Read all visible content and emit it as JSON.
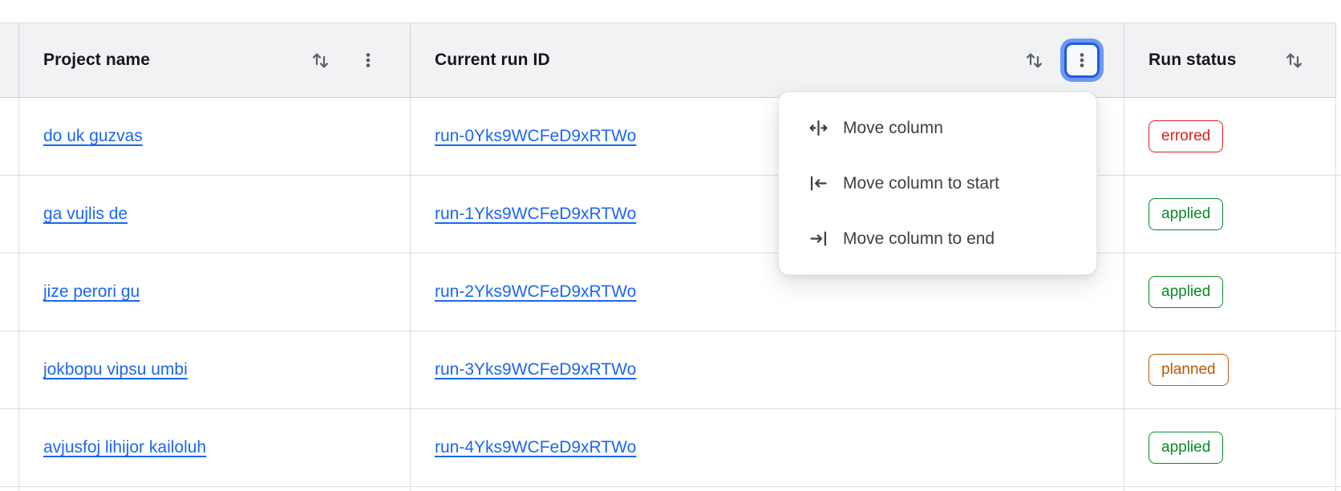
{
  "table": {
    "columns": [
      {
        "label": "Project name",
        "sort_icon": "swap-vertical-icon",
        "menu_icon": "kebab-icon"
      },
      {
        "label": "Current run ID",
        "sort_icon": "swap-vertical-icon",
        "menu_icon": "kebab-icon",
        "menu_open": true
      },
      {
        "label": "Run status",
        "sort_icon": "swap-vertical-icon"
      }
    ],
    "rows": [
      {
        "project_name": "do uk guzvas",
        "run_id": "run-0Yks9WCFeD9xRTWo",
        "status": "errored"
      },
      {
        "project_name": "ga vujlis de",
        "run_id": "run-1Yks9WCFeD9xRTWo",
        "status": "applied"
      },
      {
        "project_name": "jize perori gu",
        "run_id": "run-2Yks9WCFeD9xRTWo",
        "status": "applied"
      },
      {
        "project_name": "jokbopu vipsu umbi",
        "run_id": "run-3Yks9WCFeD9xRTWo",
        "status": "planned"
      },
      {
        "project_name": "avjusfoj lihijor kailoluh",
        "run_id": "run-4Yks9WCFeD9xRTWo",
        "status": "applied"
      }
    ]
  },
  "menu": {
    "items": [
      {
        "label": "Move column",
        "icon": "move-column-icon"
      },
      {
        "label": "Move column to start",
        "icon": "move-column-to-start-icon"
      },
      {
        "label": "Move column to end",
        "icon": "move-column-to-end-icon"
      }
    ]
  },
  "colors": {
    "link": "#1b66f2",
    "status_errored": "#e11e1a",
    "status_applied": "#088a28",
    "status_planned": "#bb5a00",
    "header_bg": "#f1f2f3",
    "focus_ring_outer": "#6f97f0",
    "focus_ring_border": "#1e5ae4"
  }
}
